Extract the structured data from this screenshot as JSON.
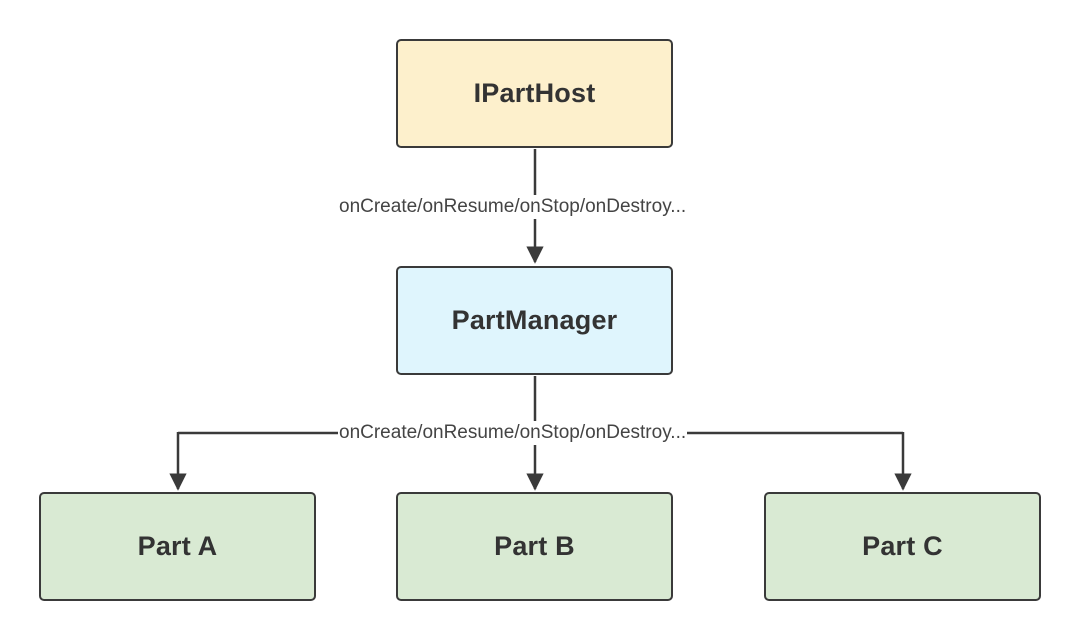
{
  "colors": {
    "ipart_host_fill": "#fdf0cc",
    "part_manager_fill": "#dff5fd",
    "part_fill": "#d9ead3",
    "stroke": "#3a3a3a"
  },
  "nodes": {
    "ipart_host": "IPartHost",
    "part_manager": "PartManager",
    "part_a": "Part A",
    "part_b": "Part B",
    "part_c": "Part C"
  },
  "edges": {
    "host_to_manager": "onCreate/onResume/onStop/onDestroy...",
    "manager_to_parts": "onCreate/onResume/onStop/onDestroy..."
  }
}
